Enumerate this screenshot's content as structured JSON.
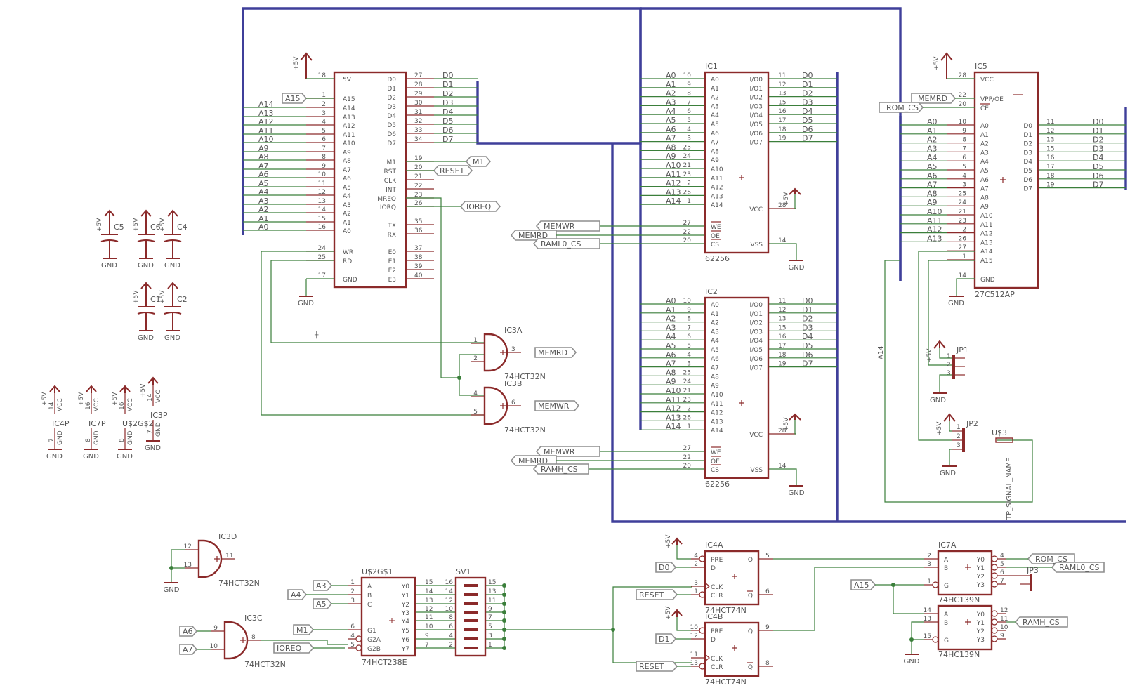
{
  "u1": {
    "left_pins": [
      {
        "num": "18",
        "name": "5V"
      },
      {
        "num": "1",
        "name": "A15"
      },
      {
        "num": "2",
        "name": "A14"
      },
      {
        "num": "3",
        "name": "A13"
      },
      {
        "num": "4",
        "name": "A12"
      },
      {
        "num": "5",
        "name": "A11"
      },
      {
        "num": "6",
        "name": "A10"
      },
      {
        "num": "7",
        "name": "A9"
      },
      {
        "num": "8",
        "name": "A8"
      },
      {
        "num": "9",
        "name": "A7"
      },
      {
        "num": "10",
        "name": "A6"
      },
      {
        "num": "11",
        "name": "A5"
      },
      {
        "num": "12",
        "name": "A4"
      },
      {
        "num": "13",
        "name": "A3"
      },
      {
        "num": "14",
        "name": "A2"
      },
      {
        "num": "15",
        "name": "A1"
      },
      {
        "num": "16",
        "name": "A0"
      },
      {
        "num": "24",
        "name": "WR"
      },
      {
        "num": "25",
        "name": "RD"
      },
      {
        "num": "17",
        "name": "GND"
      }
    ],
    "right_pins": [
      {
        "num": "27",
        "name": "D0"
      },
      {
        "num": "28",
        "name": "D1"
      },
      {
        "num": "29",
        "name": "D2"
      },
      {
        "num": "30",
        "name": "D3"
      },
      {
        "num": "31",
        "name": "D4"
      },
      {
        "num": "32",
        "name": "D5"
      },
      {
        "num": "33",
        "name": "D6"
      },
      {
        "num": "34",
        "name": "D7"
      },
      {
        "num": "19",
        "name": "M1"
      },
      {
        "num": "20",
        "name": "RST"
      },
      {
        "num": "21",
        "name": "CLK"
      },
      {
        "num": "22",
        "name": "INT"
      },
      {
        "num": "23",
        "name": "MREQ"
      },
      {
        "num": "26",
        "name": "IORQ"
      },
      {
        "num": "35",
        "name": "TX"
      },
      {
        "num": "36",
        "name": "RX"
      },
      {
        "num": "37",
        "name": "E0"
      },
      {
        "num": "38",
        "name": "E1"
      },
      {
        "num": "39",
        "name": "E2"
      },
      {
        "num": "40",
        "name": "E3"
      }
    ],
    "addr_nets": [
      "A14",
      "A13",
      "A12",
      "A11",
      "A10",
      "A9",
      "A8",
      "A7",
      "A6",
      "A5",
      "A4",
      "A3",
      "A2",
      "A1",
      "A0"
    ],
    "data_nets": [
      "D0",
      "D1",
      "D2",
      "D3",
      "D4",
      "D5",
      "D6",
      "D7"
    ],
    "a15_flag": "A15",
    "m1_flag": "M1",
    "reset_flag": "RESET",
    "ioreq_flag": "IOREQ",
    "pwr": "+5V",
    "gnd": "GND"
  },
  "ram": {
    "addr_pins": [
      {
        "num": "10",
        "name": "A0"
      },
      {
        "num": "9",
        "name": "A1"
      },
      {
        "num": "8",
        "name": "A2"
      },
      {
        "num": "7",
        "name": "A3"
      },
      {
        "num": "6",
        "name": "A4"
      },
      {
        "num": "5",
        "name": "A5"
      },
      {
        "num": "4",
        "name": "A6"
      },
      {
        "num": "3",
        "name": "A7"
      },
      {
        "num": "25",
        "name": "A8"
      },
      {
        "num": "24",
        "name": "A9"
      },
      {
        "num": "21",
        "name": "A10"
      },
      {
        "num": "23",
        "name": "A11"
      },
      {
        "num": "2",
        "name": "A12"
      },
      {
        "num": "26",
        "name": "A13"
      },
      {
        "num": "1",
        "name": "A14"
      }
    ],
    "addr_nets": [
      "A0",
      "A1",
      "A2",
      "A3",
      "A4",
      "A5",
      "A6",
      "A7",
      "A8",
      "A9",
      "A10",
      "A11",
      "A12",
      "A13",
      "A14"
    ],
    "data_pins": [
      {
        "num": "11",
        "name": "I/O0"
      },
      {
        "num": "12",
        "name": "I/O1"
      },
      {
        "num": "13",
        "name": "I/O2"
      },
      {
        "num": "15",
        "name": "I/O3"
      },
      {
        "num": "16",
        "name": "I/O4"
      },
      {
        "num": "17",
        "name": "I/O5"
      },
      {
        "num": "18",
        "name": "I/O6"
      },
      {
        "num": "19",
        "name": "I/O7"
      }
    ],
    "data_nets": [
      "D0",
      "D1",
      "D2",
      "D3",
      "D4",
      "D5",
      "D6",
      "D7"
    ],
    "ctrl_pins": [
      {
        "num": "27",
        "name": "WE"
      },
      {
        "num": "22",
        "name": "OE"
      },
      {
        "num": "20",
        "name": "CS"
      }
    ],
    "vcc": {
      "num": "28",
      "name": "VCC"
    },
    "vss": {
      "num": "14",
      "name": "VSS"
    },
    "ic1": {
      "name": "IC1",
      "value": "62256",
      "flags": [
        "MEMWR",
        "MEMRD",
        "RAML0_CS"
      ]
    },
    "ic2": {
      "name": "IC2",
      "value": "62256",
      "flags": [
        "MEMWR",
        "MEMRD",
        "RAMH_CS"
      ]
    }
  },
  "rom": {
    "name": "IC5",
    "value": "27C512AP",
    "top_pins": [
      {
        "num": "28",
        "name": "VCC"
      },
      {
        "num": "22",
        "name": "VPP/OE"
      },
      {
        "num": "20",
        "name": "CE"
      }
    ],
    "top_flags": [
      "MEMRD",
      "ROM_CS"
    ],
    "addr_pins": [
      {
        "num": "10",
        "name": "A0"
      },
      {
        "num": "9",
        "name": "A1"
      },
      {
        "num": "8",
        "name": "A2"
      },
      {
        "num": "7",
        "name": "A3"
      },
      {
        "num": "6",
        "name": "A4"
      },
      {
        "num": "5",
        "name": "A5"
      },
      {
        "num": "4",
        "name": "A6"
      },
      {
        "num": "3",
        "name": "A7"
      },
      {
        "num": "25",
        "name": "A8"
      },
      {
        "num": "24",
        "name": "A9"
      },
      {
        "num": "21",
        "name": "A10"
      },
      {
        "num": "23",
        "name": "A11"
      },
      {
        "num": "2",
        "name": "A12"
      },
      {
        "num": "26",
        "name": "A13"
      },
      {
        "num": "27",
        "name": "A14"
      },
      {
        "num": "1",
        "name": "A15"
      }
    ],
    "addr_nets": [
      "A0",
      "A1",
      "A2",
      "A3",
      "A4",
      "A5",
      "A6",
      "A7",
      "A8",
      "A9",
      "A10",
      "A11",
      "A12",
      "A13"
    ],
    "data_pins": [
      {
        "num": "11",
        "name": "D0"
      },
      {
        "num": "12",
        "name": "D1"
      },
      {
        "num": "13",
        "name": "D2"
      },
      {
        "num": "15",
        "name": "D3"
      },
      {
        "num": "16",
        "name": "D4"
      },
      {
        "num": "17",
        "name": "D5"
      },
      {
        "num": "18",
        "name": "D6"
      },
      {
        "num": "19",
        "name": "D7"
      }
    ],
    "data_nets": [
      "D0",
      "D1",
      "D2",
      "D3",
      "D4",
      "D5",
      "D6",
      "D7"
    ],
    "gnd_pin": {
      "num": "14",
      "name": "GND"
    }
  },
  "jumpers": {
    "jp1": "JP1",
    "jp2": "JP2",
    "u3": "U$3",
    "u3_value": "TP_SIGNAL_NAME",
    "a14_net": "A14",
    "pins": [
      "1",
      "2",
      "3"
    ]
  },
  "caps": [
    {
      "name": "C5"
    },
    {
      "name": "C6"
    },
    {
      "name": "C4"
    },
    {
      "name": "C1"
    },
    {
      "name": "C2"
    }
  ],
  "supplies": [
    {
      "name": "IC4P",
      "vcc": "14",
      "gnd": "7"
    },
    {
      "name": "IC7P",
      "vcc": "16",
      "gnd": "8"
    },
    {
      "name": "U$2G$2",
      "vcc": "16",
      "gnd": "8"
    },
    {
      "name": "IC3P",
      "vcc": "14",
      "gnd": "7"
    }
  ],
  "gates": {
    "ic3a": {
      "name": "IC3A",
      "value": "74HCT32N",
      "in1": "1",
      "in2": "2",
      "out": "3",
      "flag": "MEMRD"
    },
    "ic3b": {
      "name": "IC3B",
      "value": "74HCT32N",
      "in1": "4",
      "in2": "5",
      "out": "6",
      "flag": "MEMWR"
    },
    "ic3d": {
      "name": "IC3D",
      "value": "74HCT32N",
      "in1": "12",
      "in2": "13",
      "out": "11"
    },
    "ic3c": {
      "name": "IC3C",
      "value": "74HCT32N",
      "in1": "9",
      "in2": "10",
      "out": "8",
      "flags": [
        "A6",
        "A7"
      ]
    }
  },
  "dec238": {
    "name": "U$2G$1",
    "value": "74HCT238E",
    "left_pins": [
      {
        "num": "1",
        "name": "A"
      },
      {
        "num": "2",
        "name": "B"
      },
      {
        "num": "3",
        "name": "C"
      },
      {
        "num": "6",
        "name": "G1"
      },
      {
        "num": "4",
        "name": "G2A"
      },
      {
        "num": "5",
        "name": "G2B"
      }
    ],
    "right_pins": [
      {
        "num": "15",
        "name": "Y0"
      },
      {
        "num": "14",
        "name": "Y1"
      },
      {
        "num": "13",
        "name": "Y2"
      },
      {
        "num": "12",
        "name": "Y3"
      },
      {
        "num": "11",
        "name": "Y4"
      },
      {
        "num": "10",
        "name": "Y5"
      },
      {
        "num": "9",
        "name": "Y6"
      },
      {
        "num": "7",
        "name": "Y7"
      }
    ],
    "flags": [
      "A3",
      "A4",
      "A5",
      "M1",
      "IOREQ"
    ]
  },
  "sv1": {
    "name": "SV1",
    "left": [
      "16",
      "14",
      "12",
      "10",
      "8",
      "6",
      "4",
      "2"
    ],
    "right": [
      "15",
      "13",
      "11",
      "9",
      "7",
      "5",
      "3",
      "1"
    ]
  },
  "ff": {
    "ic4a": {
      "name": "IC4A",
      "value": "74HCT74N",
      "pins": {
        "pre": "4",
        "d": "2",
        "clk": "3",
        "clr": "1",
        "q": "5",
        "qn": "6"
      },
      "flags": [
        "D0",
        "RESET"
      ]
    },
    "ic4b": {
      "name": "IC4B",
      "value": "74HCT74N",
      "pins": {
        "pre": "10",
        "d": "12",
        "clk": "11",
        "clr": "13",
        "q": "9",
        "qn": "8"
      },
      "flags": [
        "D1",
        "RESET"
      ]
    },
    "labels": {
      "pre": "PRE",
      "d": "D",
      "clk": "CLK",
      "clr": "CLR",
      "q": "Q",
      "qn": "Q"
    }
  },
  "dec139": {
    "ic7a": {
      "name": "IC7A",
      "value": "74HC139N",
      "in": [
        {
          "num": "2",
          "name": "A"
        },
        {
          "num": "3",
          "name": "B"
        },
        {
          "num": "1",
          "name": "G"
        }
      ],
      "out": [
        {
          "num": "4",
          "name": "Y0"
        },
        {
          "num": "5",
          "name": "Y1"
        },
        {
          "num": "6",
          "name": "Y2"
        },
        {
          "num": "7",
          "name": "Y3"
        }
      ],
      "flags": [
        "ROM_CS",
        "RAML0_CS"
      ]
    },
    "ic7b": {
      "value": "74HC139N",
      "in": [
        {
          "num": "14",
          "name": "A"
        },
        {
          "num": "13",
          "name": "B"
        },
        {
          "num": "15",
          "name": "G"
        }
      ],
      "out": [
        {
          "num": "12",
          "name": "Y0"
        },
        {
          "num": "11",
          "name": "Y1"
        },
        {
          "num": "10",
          "name": "Y2"
        },
        {
          "num": "9",
          "name": "Y3"
        }
      ],
      "flags": [
        "RAMH_CS"
      ]
    },
    "a15_flag": "A15",
    "jp3": "JP3"
  }
}
